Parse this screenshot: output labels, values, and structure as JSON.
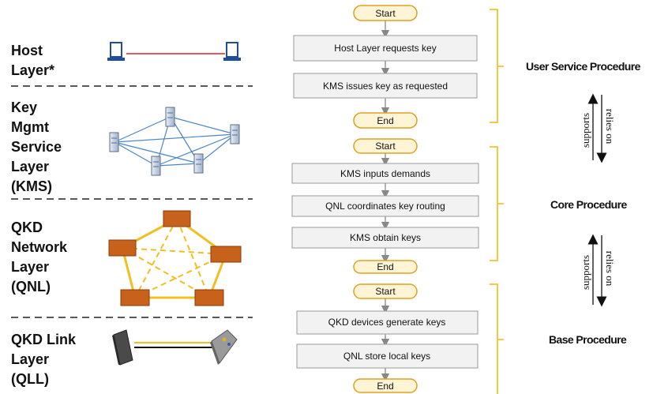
{
  "layers": [
    {
      "label": "Host\nLayer*"
    },
    {
      "label": "Key\nMgmt\nService\nLayer\n(KMS)"
    },
    {
      "label": "QKD\nNetwork\nLayer\n(QNL)"
    },
    {
      "label": "QKD Link\nLayer\n(QLL)"
    }
  ],
  "procedures": [
    {
      "name": "User Service Procedure",
      "start": "Start",
      "steps": [
        "Host Layer requests key",
        "KMS issues key as requested"
      ],
      "end": "End"
    },
    {
      "name": "Core Procedure",
      "start": "Start",
      "steps": [
        "KMS inputs demands",
        "QNL coordinates key routing",
        "KMS obtain keys"
      ],
      "end": "End"
    },
    {
      "name": "Base Procedure",
      "start": "Start",
      "steps": [
        "QKD devices generate keys",
        "QNL store local keys"
      ],
      "end": "End"
    }
  ],
  "relations": [
    {
      "supports": "supports",
      "relies_on": "relies on"
    },
    {
      "supports": "supports",
      "relies_on": "relies on"
    }
  ],
  "colors": {
    "terminal_fill": "#fff5d6",
    "terminal_stroke": "#e0a020",
    "step_fill": "#f2f2f2",
    "step_stroke": "#9a9a9a",
    "bracket": "#f2c233",
    "host_link": "#d9262b",
    "kms_link": "#4a86c5",
    "qnl_node": "#c8611a",
    "qnl_link": "#f0c020"
  },
  "icons": [
    "laptop-icon",
    "server-icon",
    "qkd-node-icon",
    "qkd-device-icon"
  ]
}
